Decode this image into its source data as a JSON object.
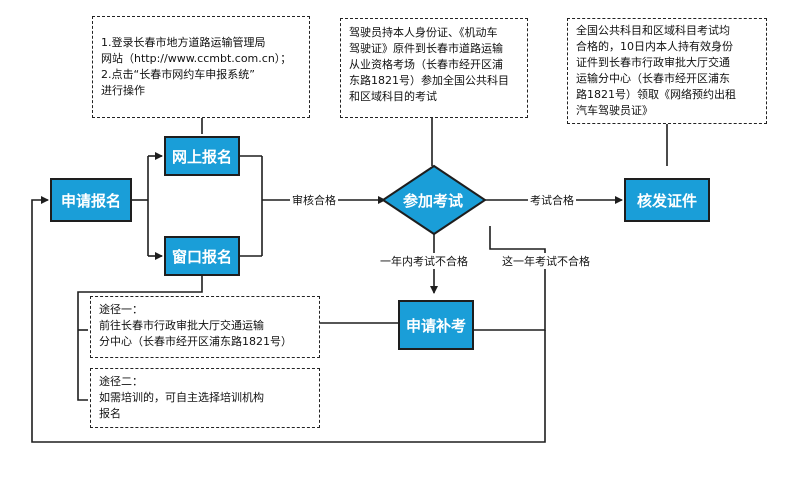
{
  "nodes": {
    "apply": "申请报名",
    "online": "网上报名",
    "window": "窗口报名",
    "exam": "参加考试",
    "issue": "核发证件",
    "retake": "申请补考"
  },
  "edges": {
    "review_pass": "审核合格",
    "exam_pass": "考试合格",
    "fail_in_year": "一年内考试不合格",
    "fail_this_year": "这一年考试不合格"
  },
  "notes": {
    "online": {
      "lines": [
        "1.登录长春市地方道路运输管理局",
        "网站（http://www.ccmbt.com.cn）；",
        "2.点击“长春市网约车申报系统”",
        "进行操作"
      ]
    },
    "exam": {
      "lines": [
        "驾驶员持本人身份证、《机动车",
        "驾驶证》原件到长春市道路运输",
        "从业资格考场（长春市经开区浦",
        "东路1821号）参加全国公共科目",
        "和区域科目的考试"
      ]
    },
    "issue": {
      "lines": [
        "全国公共科目和区域科目考试均",
        "合格的，10日内本人持有效身份",
        "证件到长春市行政审批大厅交通",
        "运输分中心（长春市经开区浦东",
        "路1821号）领取《网络预约出租",
        "汽车驾驶员证》"
      ]
    },
    "route1": {
      "lines": [
        "途径一：",
        "前往长春市行政审批大厅交通运输",
        "分中心（长春市经开区浦东路1821号）"
      ]
    },
    "route2": {
      "lines": [
        "途径二：",
        "如需培训的，可自主选择培训机构",
        "报名"
      ]
    }
  },
  "colors": {
    "node_fill": "#1a9ed8",
    "node_border": "#1e1e1e",
    "line": "#1e1e1e"
  }
}
